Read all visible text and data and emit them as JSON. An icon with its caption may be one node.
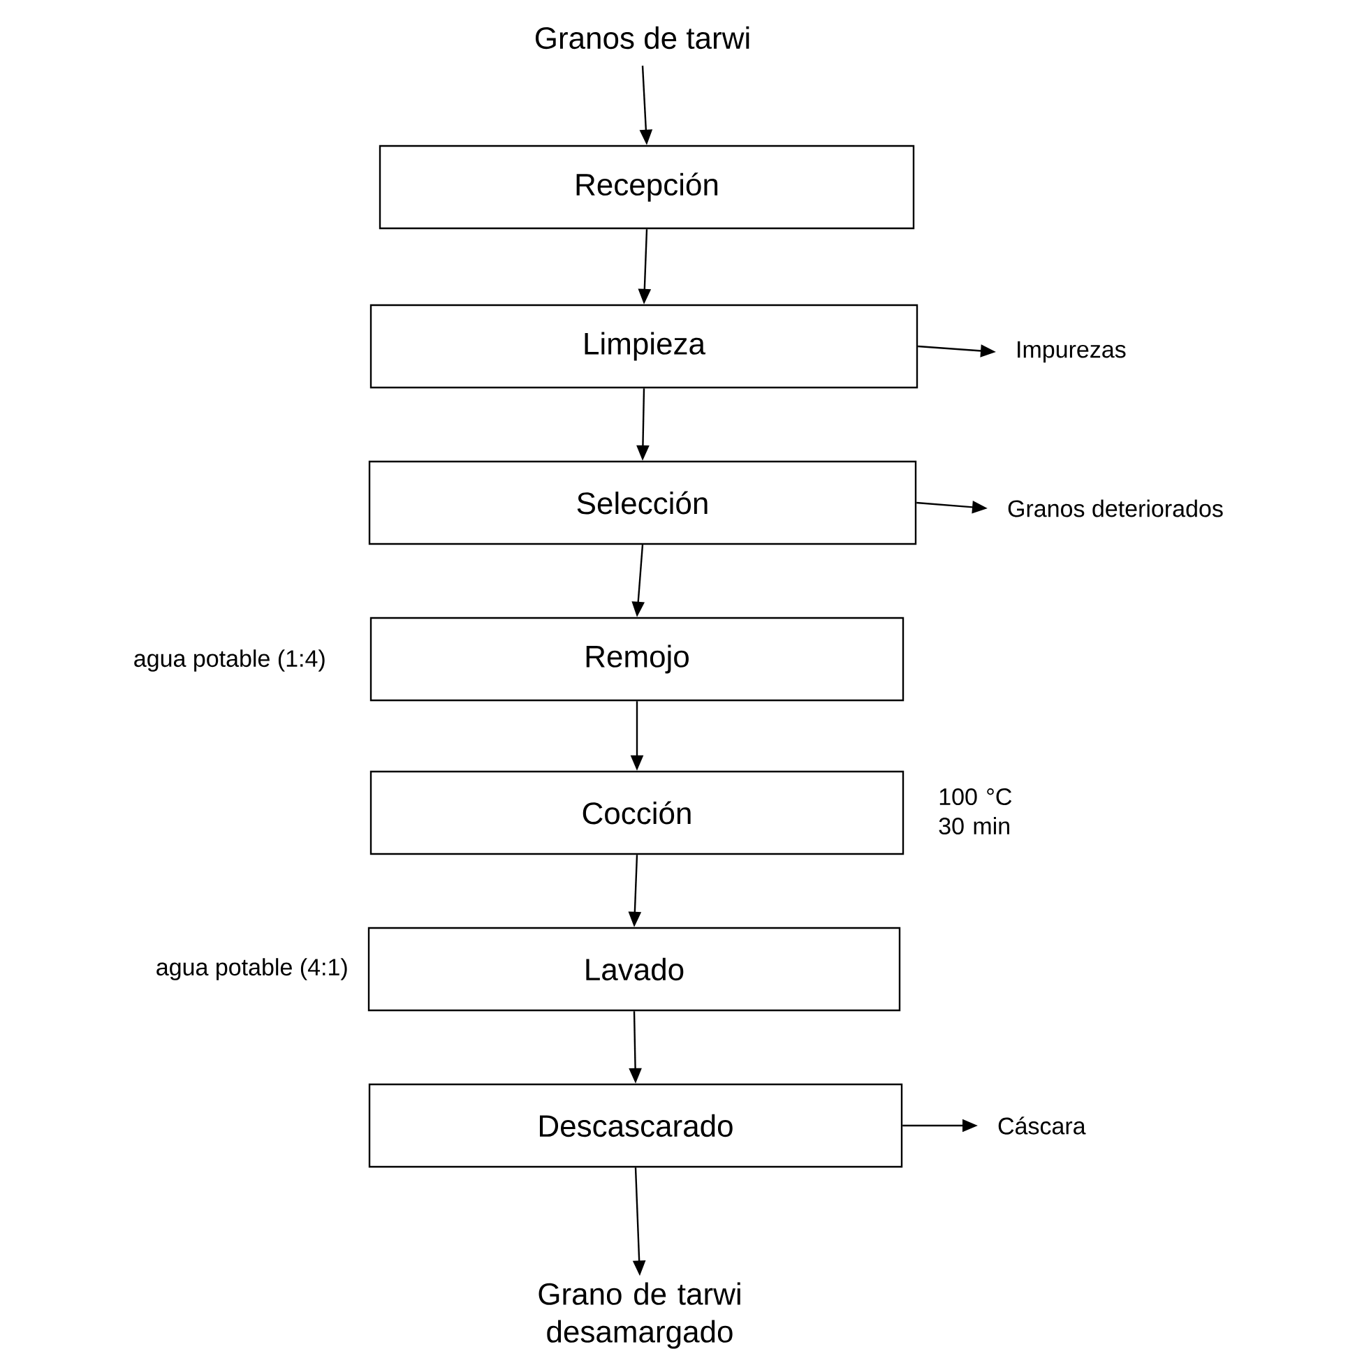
{
  "diagram": {
    "nodes": [
      {
        "text": [
          "Granos de tarwi"
        ]
      },
      {
        "text": [
          "Recepción"
        ]
      },
      {
        "text": [
          "Limpieza"
        ]
      },
      {
        "text": [
          "Impurezas"
        ]
      },
      {
        "text": [
          "Selección"
        ]
      },
      {
        "text": [
          "Granos deteriorados"
        ]
      },
      {
        "text": [
          "Remojo"
        ],
        "beside": [
          "agua potable (1:4)"
        ]
      },
      {
        "text": [
          "Cocción"
        ],
        "beside": [
          "100 °C 30 min"
        ]
      },
      {
        "text": [
          "Lavado"
        ],
        "beside": [
          "agua potable (4:1)"
        ]
      },
      {
        "text": [
          "Descascarado"
        ]
      },
      {
        "text": [
          "Cáscara"
        ]
      },
      {
        "text": [
          "Grano de tarwi desamargado"
        ]
      }
    ],
    "edges": [
      {
        "from": 0,
        "to": 1,
        "arrow": "to"
      },
      {
        "from": 1,
        "to": 2,
        "arrow": "to"
      },
      {
        "from": 2,
        "to": 3,
        "arrow": "to"
      },
      {
        "from": 2,
        "to": 4,
        "arrow": "to"
      },
      {
        "from": 4,
        "to": 5,
        "arrow": "to"
      },
      {
        "from": 4,
        "to": 6,
        "arrow": "to"
      },
      {
        "from": 6,
        "to": 7,
        "arrow": "to"
      },
      {
        "from": 7,
        "to": 8,
        "arrow": "to"
      },
      {
        "from": 8,
        "to": 9,
        "arrow": "to"
      },
      {
        "from": 9,
        "to": 10,
        "arrow": "to"
      },
      {
        "from": 9,
        "to": 11,
        "arrow": "to"
      }
    ]
  }
}
